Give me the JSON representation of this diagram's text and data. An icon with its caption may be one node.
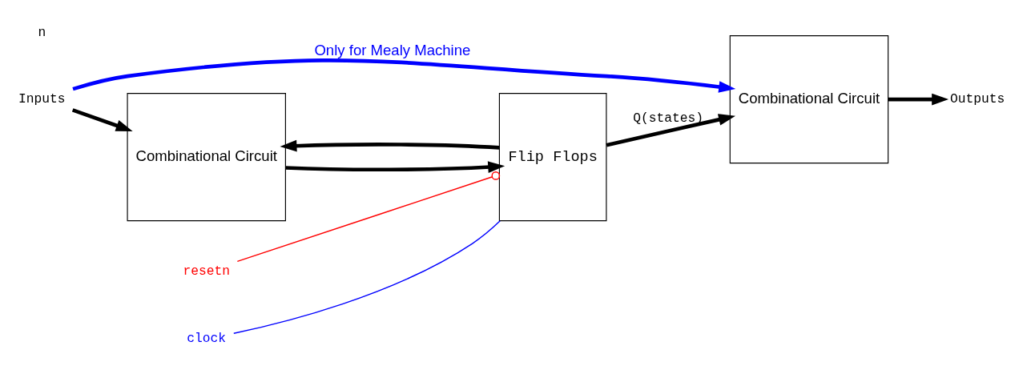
{
  "diagram": {
    "nodes": [
      {
        "text": [
          "Inputs"
        ]
      },
      {
        "text": [
          "Combinational Circuit"
        ]
      },
      {
        "text": [
          "Flip Flops"
        ]
      },
      {
        "text": [
          "Combinational Circuit"
        ]
      },
      {
        "text": [
          "Outputs"
        ]
      },
      {
        "text": [
          "clock"
        ]
      },
      {
        "text": [
          "resetn"
        ]
      }
    ],
    "edges": [
      {
        "from": 0,
        "to": 1,
        "arrow": "to"
      },
      {
        "from": 0,
        "to": 3,
        "arrow": "to",
        "color": "#0000ff",
        "label": "Only for Mealy Machine"
      },
      {
        "from": 1,
        "to": 2,
        "arrow": "to"
      },
      {
        "from": 2,
        "to": 3,
        "arrow": "to",
        "label": "Q(states)"
      },
      {
        "from": 2,
        "to": 1,
        "arrow": "to"
      },
      {
        "from": 3,
        "to": 4,
        "arrow": "to"
      },
      {
        "from": 5,
        "to": 2,
        "arrow": "none",
        "color": "#0000ff"
      },
      {
        "from": 6,
        "to": 2,
        "arrow": "other",
        "color": "#ff0000"
      }
    ],
    "labels": [
      "n"
    ]
  }
}
